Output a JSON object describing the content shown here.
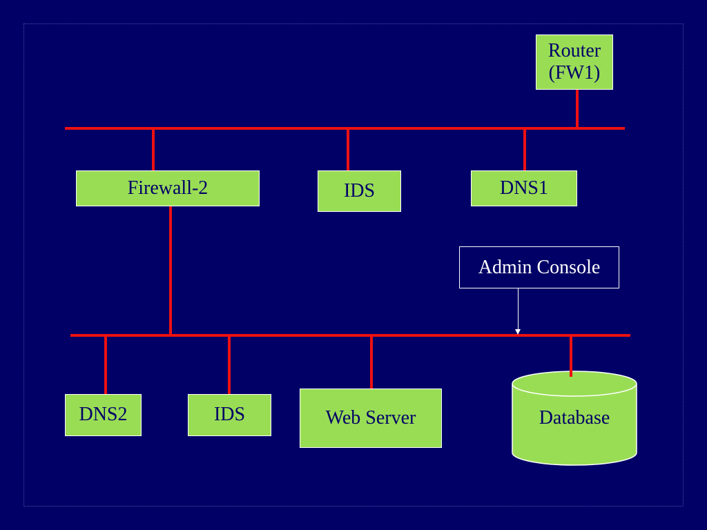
{
  "nodes": {
    "router_line1": "Router",
    "router_line2": "(FW1)",
    "firewall2": "Firewall-2",
    "ids_top": "IDS",
    "dns1": "DNS1",
    "admin_console": "Admin Console",
    "dns2": "DNS2",
    "ids_bottom": "IDS",
    "web_server": "Web Server",
    "database": "Database"
  },
  "colors": {
    "background": "#000066",
    "node_fill": "#99dd55",
    "link": "#ee1111",
    "text": "#000066",
    "admin_text": "#ffffff"
  }
}
